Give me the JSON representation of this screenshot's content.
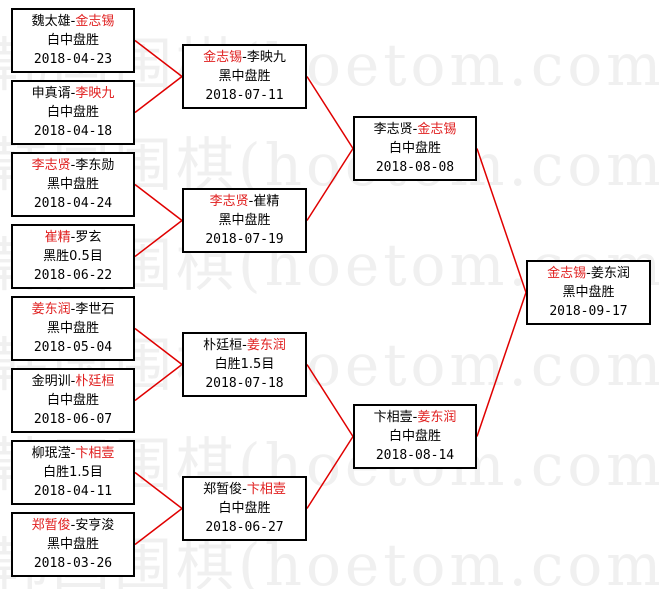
{
  "watermark": "韩国围棋(hoetom.com)",
  "colors": {
    "winner": "#e02020",
    "line": "#e00000",
    "border": "#000000"
  },
  "rounds": {
    "r1": [
      {
        "p1": "魏太雄",
        "p2": "金志锡",
        "winner": "p2",
        "result": "白中盘胜",
        "date": "2018-04-23"
      },
      {
        "p1": "申真谞",
        "p2": "李映九",
        "winner": "p2",
        "result": "白中盘胜",
        "date": "2018-04-18"
      },
      {
        "p1": "李志贤",
        "p2": "李东勋",
        "winner": "p1",
        "result": "黑中盘胜",
        "date": "2018-04-24"
      },
      {
        "p1": "崔精",
        "p2": "罗玄",
        "winner": "p1",
        "result": "黑胜0.5目",
        "date": "2018-06-22"
      },
      {
        "p1": "姜东润",
        "p2": "李世石",
        "winner": "p1",
        "result": "黑中盘胜",
        "date": "2018-05-04"
      },
      {
        "p1": "金明训",
        "p2": "朴廷桓",
        "winner": "p2",
        "result": "白中盘胜",
        "date": "2018-06-07"
      },
      {
        "p1": "柳珉滢",
        "p2": "卞相壹",
        "winner": "p2",
        "result": "白胜1.5目",
        "date": "2018-04-11"
      },
      {
        "p1": "郑暂俊",
        "p2": "安亨浚",
        "winner": "p1",
        "result": "黑中盘胜",
        "date": "2018-03-26"
      }
    ],
    "r2": [
      {
        "p1": "金志锡",
        "p2": "李映九",
        "winner": "p1",
        "result": "黑中盘胜",
        "date": "2018-07-11"
      },
      {
        "p1": "李志贤",
        "p2": "崔精",
        "winner": "p1",
        "result": "黑中盘胜",
        "date": "2018-07-19"
      },
      {
        "p1": "朴廷桓",
        "p2": "姜东润",
        "winner": "p2",
        "result": "白胜1.5目",
        "date": "2018-07-18"
      },
      {
        "p1": "郑暂俊",
        "p2": "卞相壹",
        "winner": "p2",
        "result": "白中盘胜",
        "date": "2018-06-27"
      }
    ],
    "r3": [
      {
        "p1": "李志贤",
        "p2": "金志锡",
        "winner": "p2",
        "result": "白中盘胜",
        "date": "2018-08-08"
      },
      {
        "p1": "卞相壹",
        "p2": "姜东润",
        "winner": "p2",
        "result": "白中盘胜",
        "date": "2018-08-14"
      }
    ],
    "r4": [
      {
        "p1": "金志锡",
        "p2": "姜东润",
        "winner": "p1",
        "result": "黑中盘胜",
        "date": "2018-09-17"
      }
    ]
  }
}
